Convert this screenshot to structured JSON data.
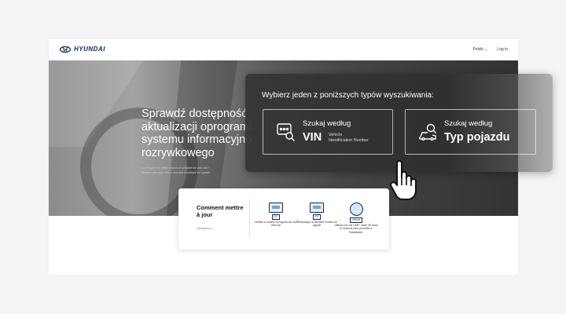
{
  "brand": {
    "logo_text": "HYUNDAI"
  },
  "nav": {
    "language": "Polski ⌄",
    "login": "Log in"
  },
  "hero": {
    "title_lines": [
      "Sprawdź dostępność",
      "aktualizacji oprogramowania",
      "systemu informacyjno-",
      "rozrywkowego"
    ],
    "subtitle_lines": [
      "Looking for the latest version of software for your car?",
      "Please enter your VIN to find and download the update."
    ]
  },
  "howto": {
    "title": "Comment mettre à jour",
    "nav_label": "Navigation ›",
    "steps": [
      {
        "tag": "PC",
        "text": "Vérifier la version du logiciel de mon véhicule"
      },
      {
        "tag": "PC",
        "text": "Télécharger la dernière version du logiciel"
      },
      {
        "tag": "Véhicle",
        "text": "Utilisez une clé USB / carte SD dans le véhicule pour procéder à l'installation."
      }
    ]
  },
  "search_overlay": {
    "title": "Wybierz jeden z poniższych typów wyszukiwania:",
    "options": [
      {
        "small": "Szukaj według",
        "big": "VIN",
        "desc_lines": [
          "Vehicle",
          "Identification Number"
        ],
        "icon": "vin-search-icon"
      },
      {
        "small": "Szukaj według",
        "big": "Typ pojazdu",
        "icon": "car-search-icon"
      }
    ]
  },
  "colors": {
    "brand_navy": "#0c2a5e",
    "overlay_bg": "#343434"
  }
}
